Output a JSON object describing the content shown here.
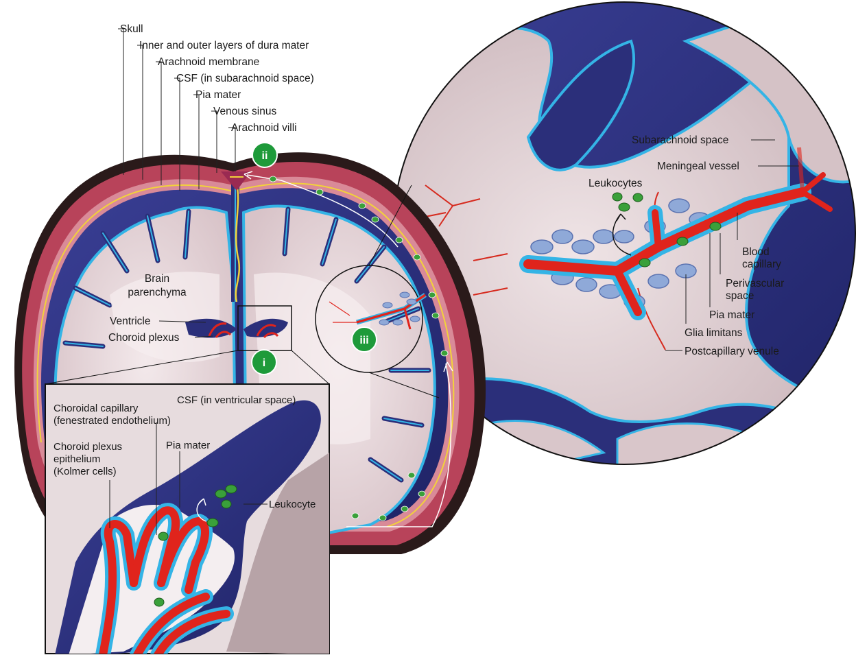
{
  "labels": {
    "skull": "Skull",
    "dura": "Inner and outer layers of dura mater",
    "arachnoid": "Arachnoid membrane",
    "csf_sub": "CSF (in subarachnoid space)",
    "pia_top": "Pia mater",
    "venous_sinus": "Venous sinus",
    "arachnoid_villi": "Arachnoid villi",
    "brain_1": "Brain",
    "brain_2": "parenchyma",
    "ventricle": "Ventricle",
    "choroid_plexus": "Choroid plexus",
    "subarachnoid_space": "Subarachnoid space",
    "meningeal_vessel": "Meningeal vessel",
    "leukocytes": "Leukocytes",
    "blood_1": "Blood",
    "blood_2": "capillary",
    "perivascular_1": "Perivascular",
    "perivascular_2": "space",
    "pia_right": "Pia mater",
    "glia": "Glia limitans",
    "postcap": "Postcapillary venule",
    "choroidal_cap_1": "Choroidal capillary",
    "choroidal_cap_2": "(fenestrated endothelium)",
    "csf_vent": "CSF (in ventricular space)",
    "cp_epi_1": "Choroid plexus",
    "cp_epi_2": "epithelium",
    "cp_epi_3": "(Kolmer cells)",
    "pia_inset": "Pia mater",
    "leukocyte": "Leukocyte"
  },
  "badges": {
    "i": "i",
    "ii": "ii",
    "iii": "iii"
  },
  "colors": {
    "skull_dark": "#2a1a1a",
    "dura": "#b8435a",
    "dura_light": "#d98a98",
    "csf_blue": "#2b2f7a",
    "pia_cyan": "#34b4e6",
    "brain_pink": "#ece0e2",
    "brain_mid": "#d9c6ca",
    "vessel_red": "#e0241c",
    "leukocyte_green": "#3aa03a",
    "badge_green": "#1e9a3a",
    "glia_blue": "#8fa9d8"
  }
}
